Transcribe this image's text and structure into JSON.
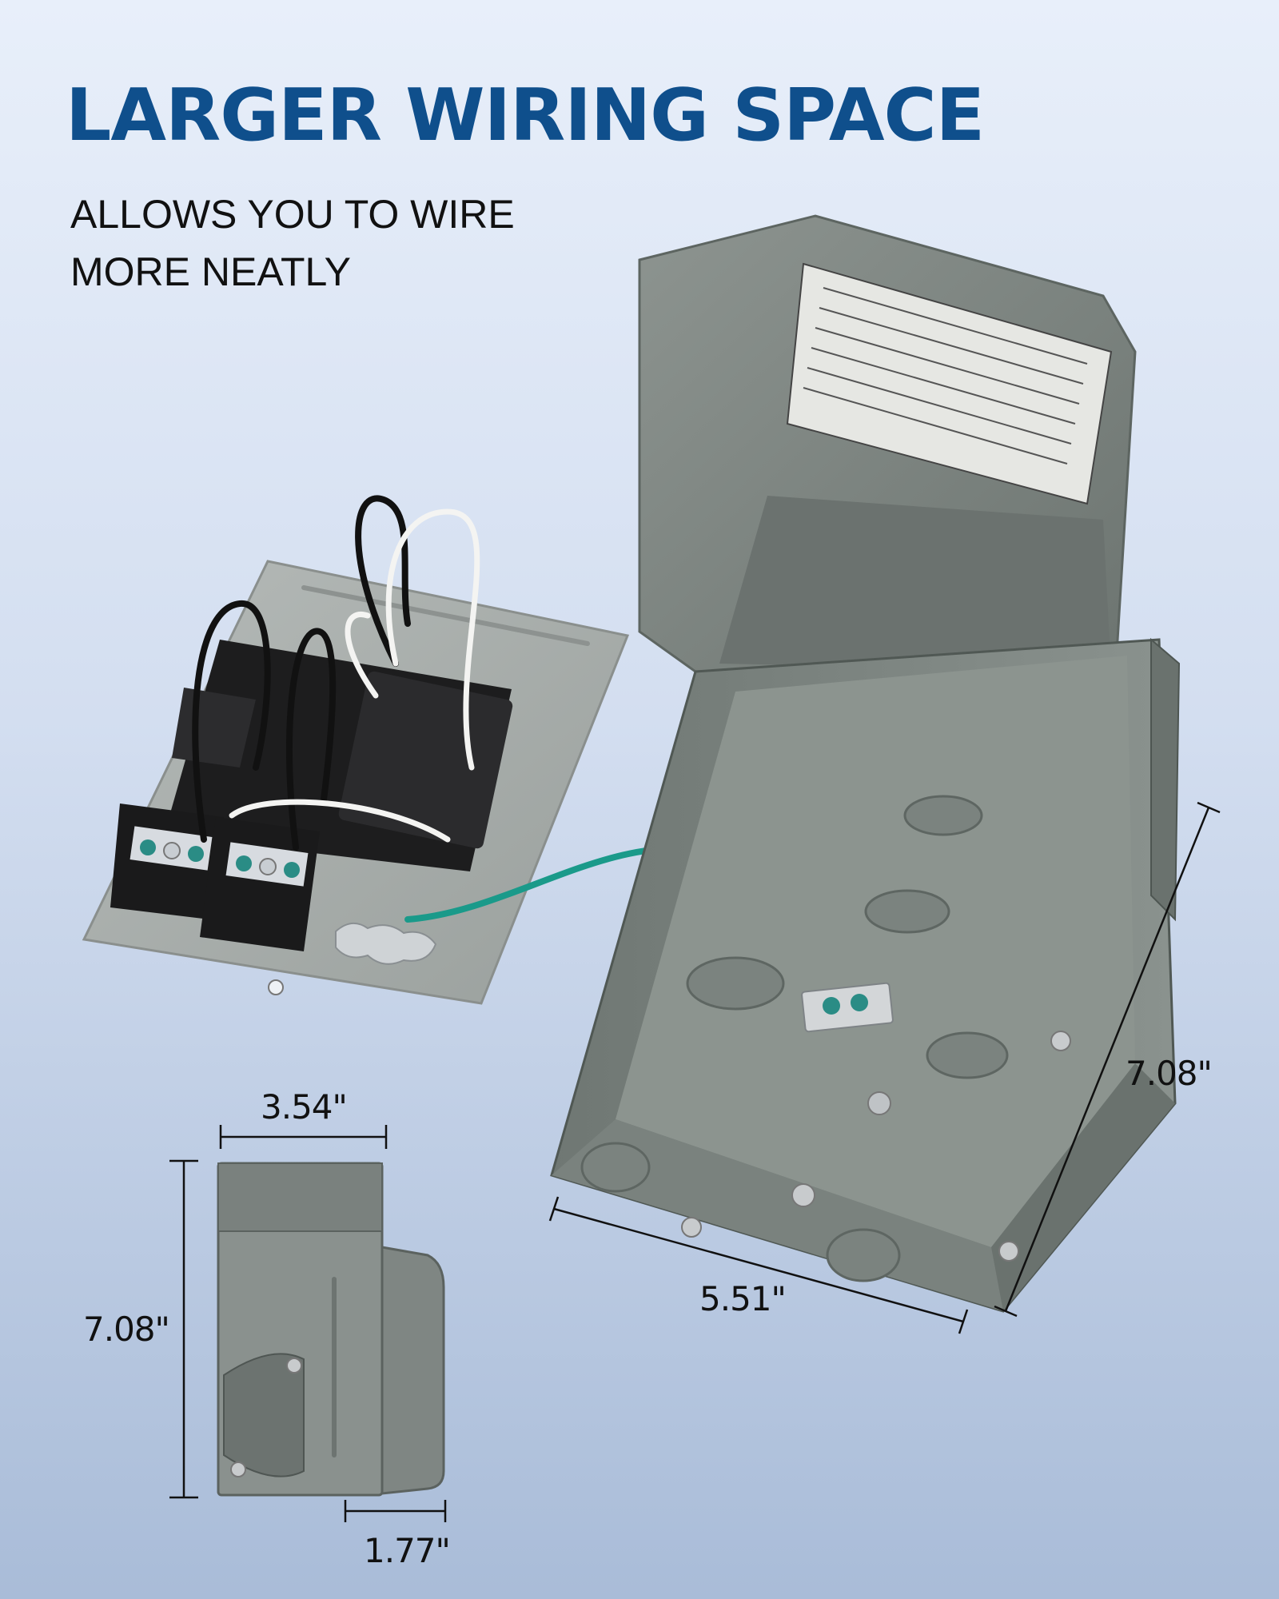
{
  "headline": "LARGER WIRING SPACE",
  "subtitle": [
    "ALLOWS YOU TO WIRE",
    "MORE NEATLY"
  ],
  "dimensions": {
    "width_front": "3.54\"",
    "height_side_view": "7.08\"",
    "depth_side_view": "1.77\"",
    "width_box": "5.51\"",
    "height_box": "7.08\""
  },
  "colors": {
    "headline": "#0f4f8c",
    "enclosure_gray": "#7d8581",
    "ground_wire": "#1a9a8a"
  }
}
